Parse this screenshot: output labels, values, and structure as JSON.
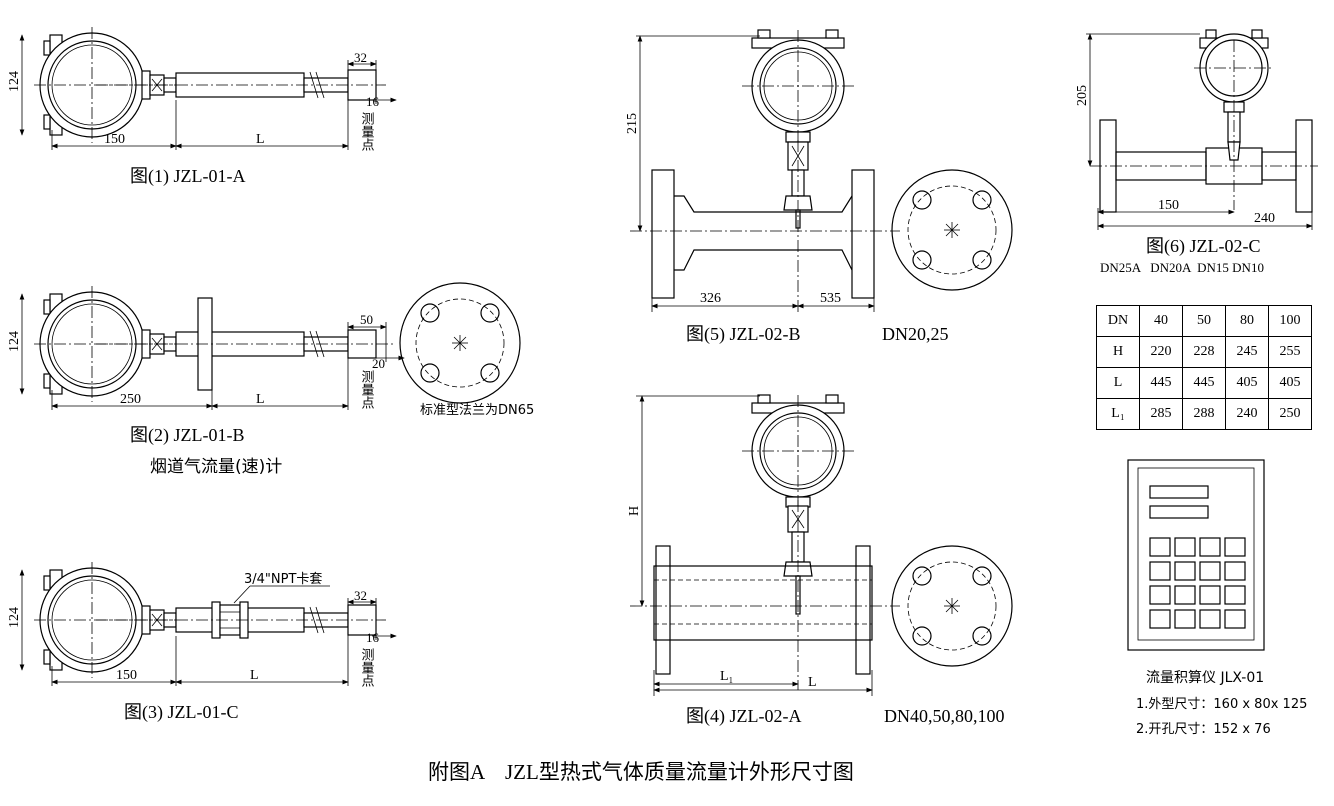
{
  "fig1": {
    "caption": "图(1)    JZL-01-A",
    "dim_height": "124",
    "dim_base": "150",
    "dim_len": "L",
    "dim_tip": "32",
    "dim_probe": "16",
    "point_label": "测量点"
  },
  "fig2": {
    "caption": "图(2)    JZL-01-B",
    "subtitle": "烟道气流量(速)计",
    "dim_height": "124",
    "dim_base": "250",
    "dim_len": "L",
    "dim_tip": "50",
    "dim_probe": "20",
    "point_label": "测量点",
    "flange_note": "标准型法兰为DN65"
  },
  "fig3": {
    "caption": "图(3)    JZL-01-C",
    "dim_height": "124",
    "dim_base": "150",
    "dim_len": "L",
    "dim_tip": "32",
    "dim_probe": "16",
    "point_label": "测量点",
    "fitting_label": "3/4\"NPT卡套"
  },
  "fig5": {
    "caption": "图(5)    JZL-02-B",
    "dn": "DN20,25",
    "dim_height": "215",
    "dim_base": "326",
    "dim_len": "535"
  },
  "fig4": {
    "caption": "图(4)    JZL-02-A",
    "dn": "DN40,50,80,100",
    "dim_height": "H",
    "dim_l1": "L₁",
    "dim_len": "L"
  },
  "fig6": {
    "caption": "图(6)    JZL-02-C",
    "dn": "DN25A   DN20A  DN15 DN10",
    "dim_height": "205",
    "dim_base": "150",
    "dim_len": "240"
  },
  "table": {
    "rows": [
      [
        "DN",
        "40",
        "50",
        "80",
        "100"
      ],
      [
        "H",
        "220",
        "228",
        "245",
        "255"
      ],
      [
        "L",
        "445",
        "445",
        "405",
        "405"
      ],
      [
        "L₁",
        "285",
        "288",
        "240",
        "250"
      ]
    ]
  },
  "calculator": {
    "title": "流量积算仪 JLX-01",
    "spec1": "1.外型尺寸：160 x 80x 125",
    "spec2": "2.开孔尺寸：152 x 76"
  },
  "main_title": "附图A    JZL型热式气体质量流量计外形尺寸图"
}
